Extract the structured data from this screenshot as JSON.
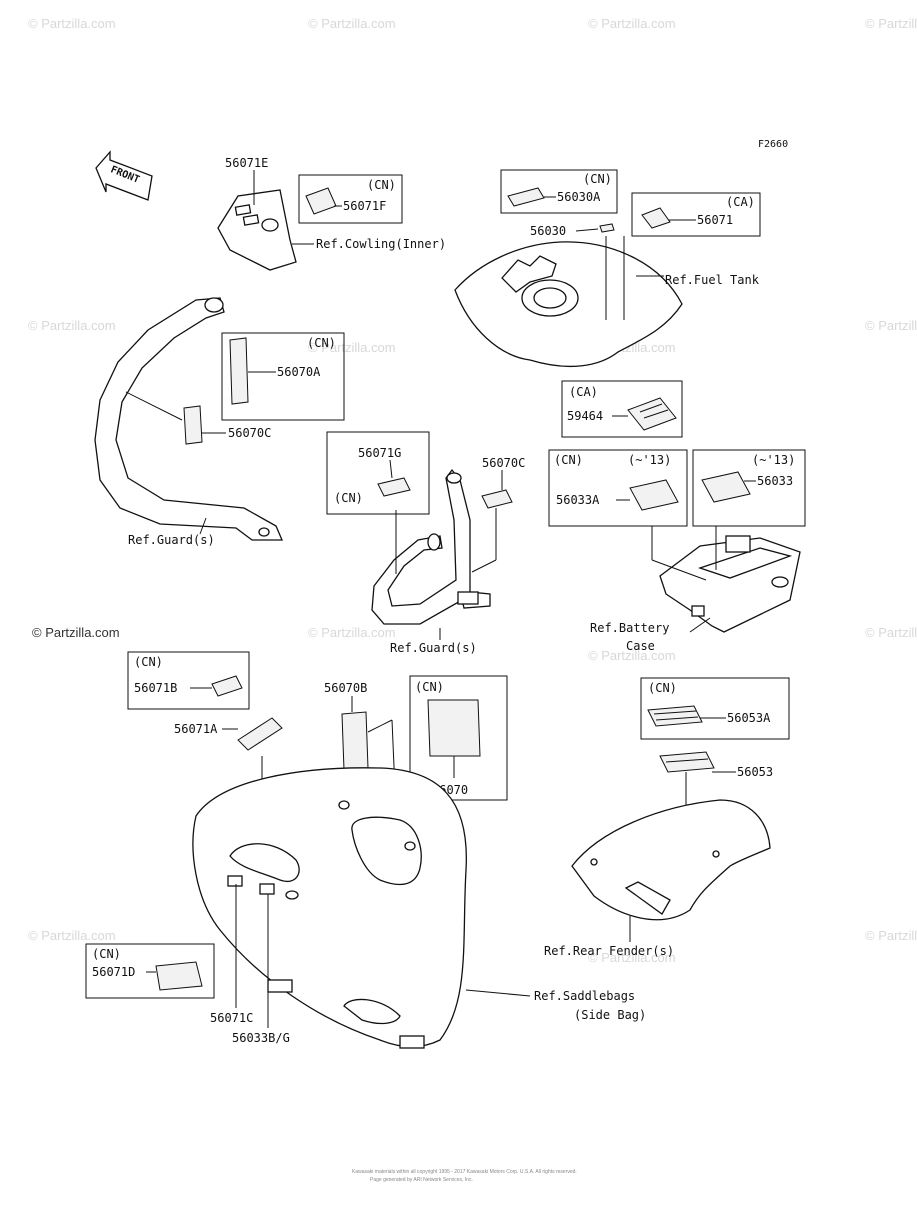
{
  "figure_code": "F2660",
  "front_label": "FRONT",
  "watermark_text": "© Partzilla.com",
  "copyright": "Kawasaki materials within all copyright 1995 - 2017 Kawasaki Motors Corp. U.S.A. All rights reserved.",
  "copyright_line2": "Page generated by ARI Network Services, Inc.",
  "labels": {
    "p56071E": "56071E",
    "p56071F": "56071F",
    "ref_cowling": "Ref.Cowling(Inner)",
    "p56030A": "56030A",
    "p56030": "56030",
    "p56071": "56071",
    "ref_fuel_tank": "Ref.Fuel Tank",
    "p56070A": "56070A",
    "p56070C_left": "56070C",
    "p59464": "59464",
    "p56071G": "56071G",
    "p56070C_right": "56070C",
    "p56033A": "56033A",
    "p56033": "56033",
    "ref_guard_left": "Ref.Guard(s)",
    "ref_guard_mid": "Ref.Guard(s)",
    "ref_battery_1": "Ref.Battery",
    "ref_battery_2": "Case",
    "p56071B": "56071B",
    "p56070B": "56070B",
    "p56070": "56070",
    "p56071A": "56071A",
    "p56053A": "56053A",
    "p56053": "56053",
    "ref_rear_fender": "Ref.Rear Fender(s)",
    "ref_saddlebags_1": "Ref.Saddlebags",
    "ref_saddlebags_2": "(Side Bag)",
    "p56071D": "56071D",
    "p56071C": "56071C",
    "p56033BG": "56033B/G"
  },
  "tags": {
    "cn": "(CN)",
    "ca": "(CA)",
    "to13": "(~'13)"
  }
}
